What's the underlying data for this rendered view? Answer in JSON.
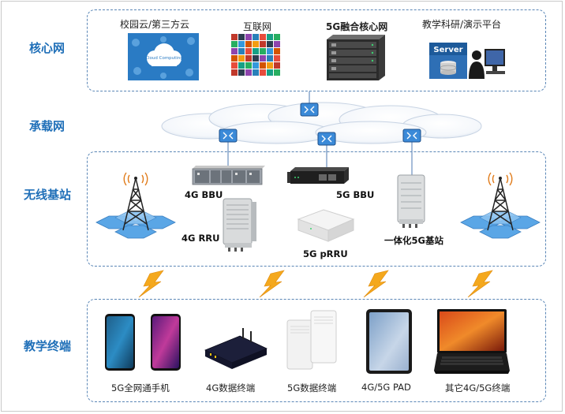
{
  "layers": {
    "core": "核心网",
    "transport": "承载网",
    "ran": "无线基站",
    "terminal": "教学终端"
  },
  "core": {
    "campus_cloud": "校园云/第三方云",
    "campus_cloud_img_text": "Cloud Computing",
    "internet": "互联网",
    "core_5g": "5G融合核心网",
    "teaching": "教学科研/演示平台",
    "server_img_text": "Server"
  },
  "ran": {
    "bbu_4g": "4G BBU",
    "rru_4g": "4G RRU",
    "bbu_5g": "5G BBU",
    "prru_5g": "5G pRRU",
    "integrated": "一体化5G基站"
  },
  "terminals": {
    "phone": "5G全网通手机",
    "data_4g": "4G数据终端",
    "data_5g": "5G数据终端",
    "pad": "4G/5G PAD",
    "laptop": "其它4G/5G终端"
  },
  "colors": {
    "label_blue": "#1f6fb8",
    "panel_border": "#5a86b6",
    "lightning": "#f4a81d"
  }
}
